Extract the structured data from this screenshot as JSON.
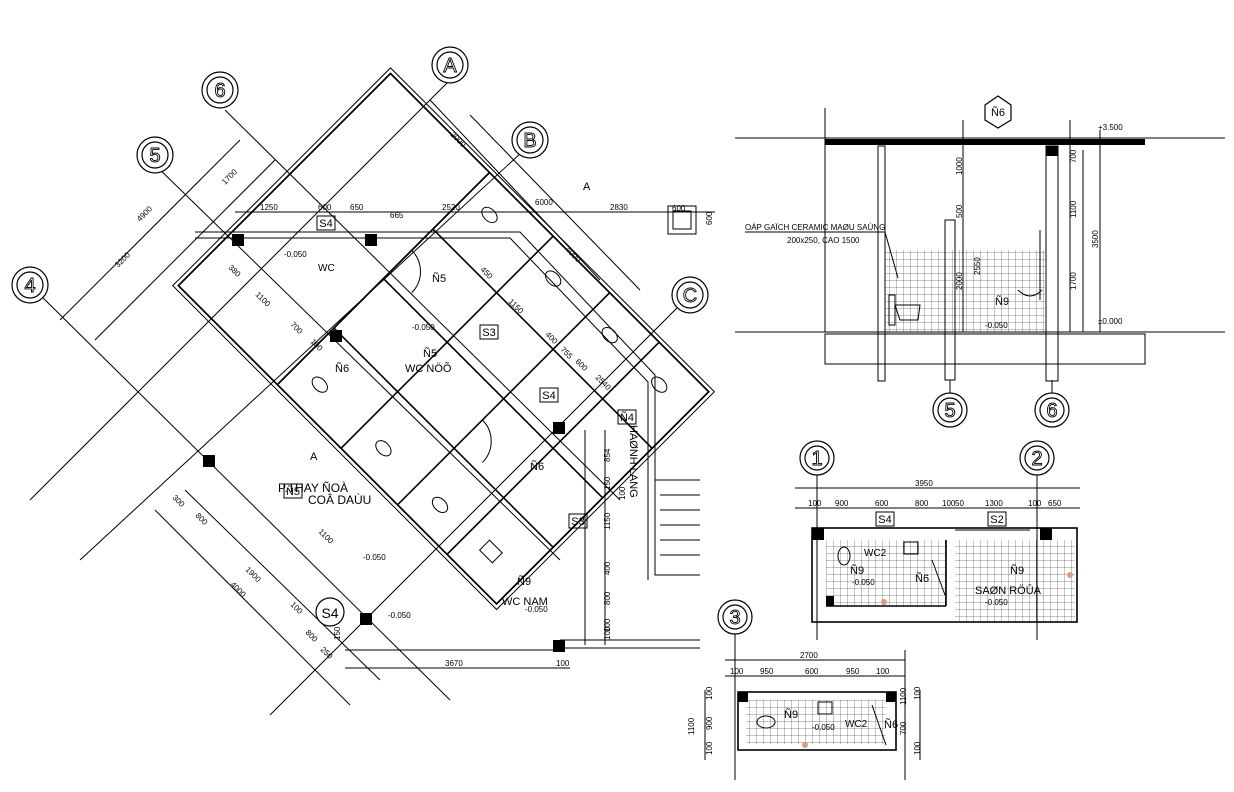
{
  "grid_axes": {
    "plan": [
      "4",
      "5",
      "6",
      "A",
      "B",
      "C"
    ],
    "elevation": [
      "5",
      "6"
    ],
    "wc_plan_1": [
      "1",
      "2"
    ],
    "wc_plan_2": [
      "3"
    ]
  },
  "plan": {
    "room_changing": "P.THAY ÑOÀ",
    "room_changing_2": "COÂ DAÙU",
    "room_wc_nu": "WC NÖÕ",
    "room_wc_nam": "WC NAM",
    "room_wc": "WC",
    "corridor": "HAØNH LANG",
    "tags": [
      "S4",
      "S3",
      "S4",
      "S3",
      "Ñ5",
      "Ñ5",
      "Ñ6",
      "Ñ6",
      "Ñ9",
      "Ñ4",
      "Ñ5",
      "A",
      "A",
      "S4"
    ],
    "level_labels": [
      "-0.050",
      "-0.050",
      "-0.050",
      "-0.050",
      "-0.050"
    ],
    "dims_top": [
      "1250",
      "600",
      "650",
      "665",
      "2520",
      "6000",
      "2830",
      "600",
      "600"
    ],
    "dims_left": [
      "1700",
      "4900",
      "3200",
      "380",
      "1100",
      "700",
      "100",
      "800",
      "1100",
      "1900",
      "4000",
      "300",
      "100"
    ],
    "dims_bottom": [
      "3670",
      "100",
      "800",
      "150",
      "100",
      "250"
    ],
    "dims_diag": [
      "2000",
      "4000",
      "1150",
      "450",
      "400",
      "755",
      "600",
      "2540",
      "854",
      "150",
      "1150",
      "400",
      "800",
      "100",
      "100"
    ]
  },
  "elevation": {
    "tag": "Ñ6",
    "tag_inner": "Ñ9",
    "note_line1": "OÁP GAÏCH CERAMIC MAØU SAÙNG",
    "note_line2": "200x250, CAO 1500",
    "level_top": "+3.500",
    "level_zero": "±0.000",
    "level_floor": "-0.050",
    "dims": [
      "1000",
      "500",
      "2000",
      "2550",
      "700",
      "1100",
      "3500",
      "1700"
    ]
  },
  "wc_plan_1": {
    "dims_top": [
      "3950",
      "100",
      "900",
      "600",
      "800",
      "100",
      "50",
      "1300",
      "100",
      "650"
    ],
    "tags": [
      "S4",
      "S2",
      "Ñ9",
      "Ñ6",
      "Ñ9"
    ],
    "room_wc2": "WC2",
    "room_sanrua": "SAØN RÖÛA",
    "level_1": "-0.050",
    "level_2": "-0.050"
  },
  "wc_plan_2": {
    "dims_top": [
      "2700",
      "100",
      "950",
      "600",
      "950",
      "100"
    ],
    "dims_side": [
      "1100",
      "900",
      "100",
      "100",
      "1100",
      "700",
      "100",
      "100"
    ],
    "room_wc2": "WC2",
    "tags": [
      "Ñ6",
      "Ñ9"
    ],
    "level": "-0.050"
  }
}
